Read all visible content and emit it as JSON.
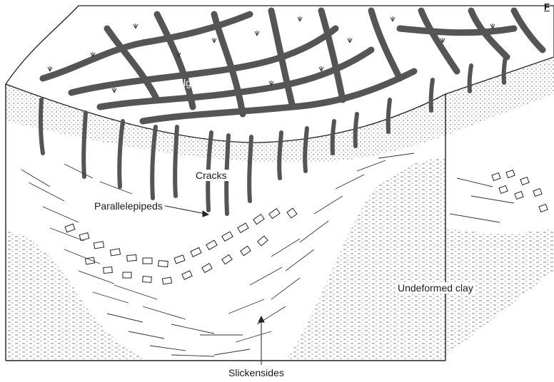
{
  "diagram": {
    "page_mark": "F",
    "labels": {
      "gilgai_basin": "Gilgai basin",
      "cracks": "Cracks",
      "parallelepipeds": "Parallelepipeds",
      "undeformed_clay": "Undeformed clay",
      "slickensides": "Slickensides"
    }
  }
}
